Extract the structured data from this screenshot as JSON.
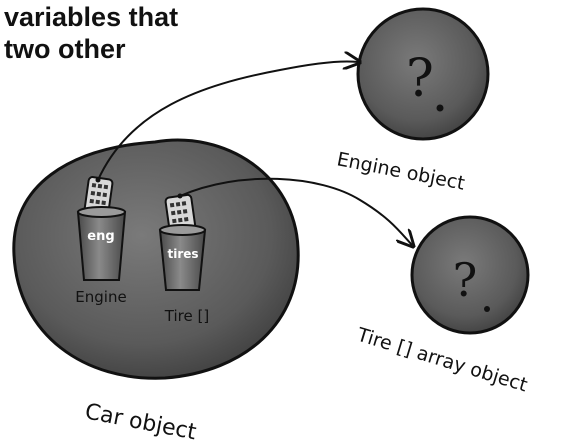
{
  "heading": {
    "line1": "variables that",
    "line2": "two other"
  },
  "car": {
    "label": "Car object",
    "variables": [
      {
        "name": "eng",
        "type_label": "Engine"
      },
      {
        "name": "tires",
        "type_label": "Tire []"
      }
    ]
  },
  "engine_object": {
    "label": "Engine object",
    "glyph": "?"
  },
  "tire_object": {
    "label": "Tire [] array object",
    "glyph": "?"
  },
  "colors": {
    "ink": "#111111",
    "blob": "#5e5e5e",
    "cup": "#6a6a6a"
  }
}
